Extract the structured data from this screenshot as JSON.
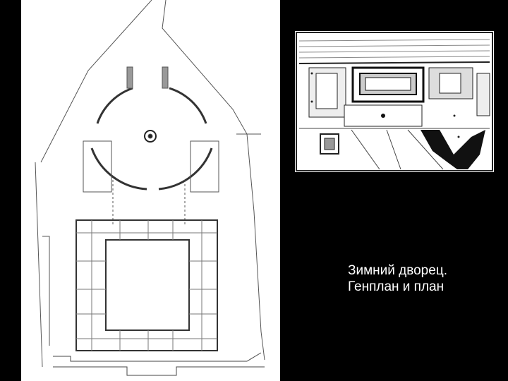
{
  "slide": {
    "background": "#000000",
    "caption": {
      "line1": "Зимний дворец.",
      "line2": "Генплан и план"
    },
    "figures": {
      "left": "floor-plan-drawing",
      "right": "general-site-plan"
    }
  }
}
